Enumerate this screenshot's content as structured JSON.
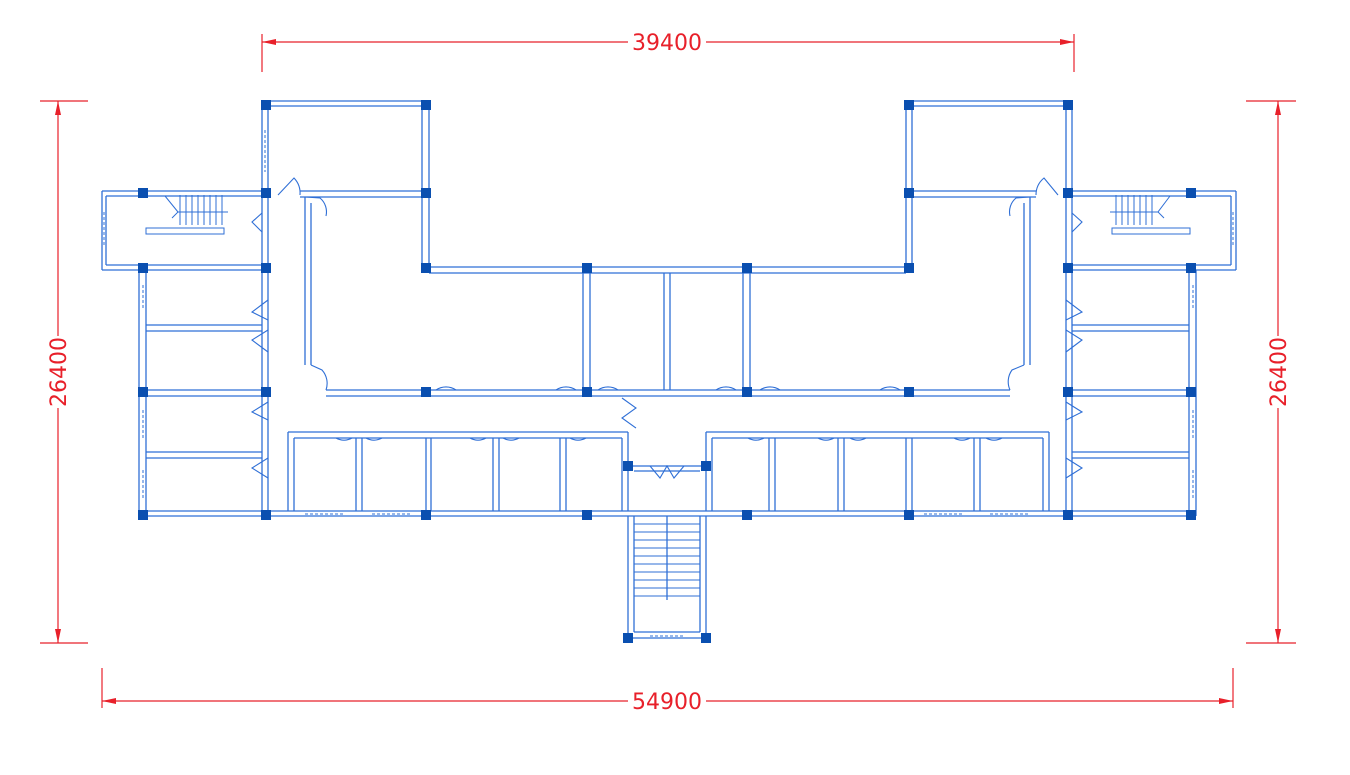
{
  "colors": {
    "background": "#ffffff",
    "wall": "#2f6fd6",
    "column": "#0a4fb0",
    "dimension": "#e8202a"
  },
  "dimensions": {
    "top": "39400",
    "bottom": "54900",
    "left": "26400",
    "right": "26400"
  }
}
